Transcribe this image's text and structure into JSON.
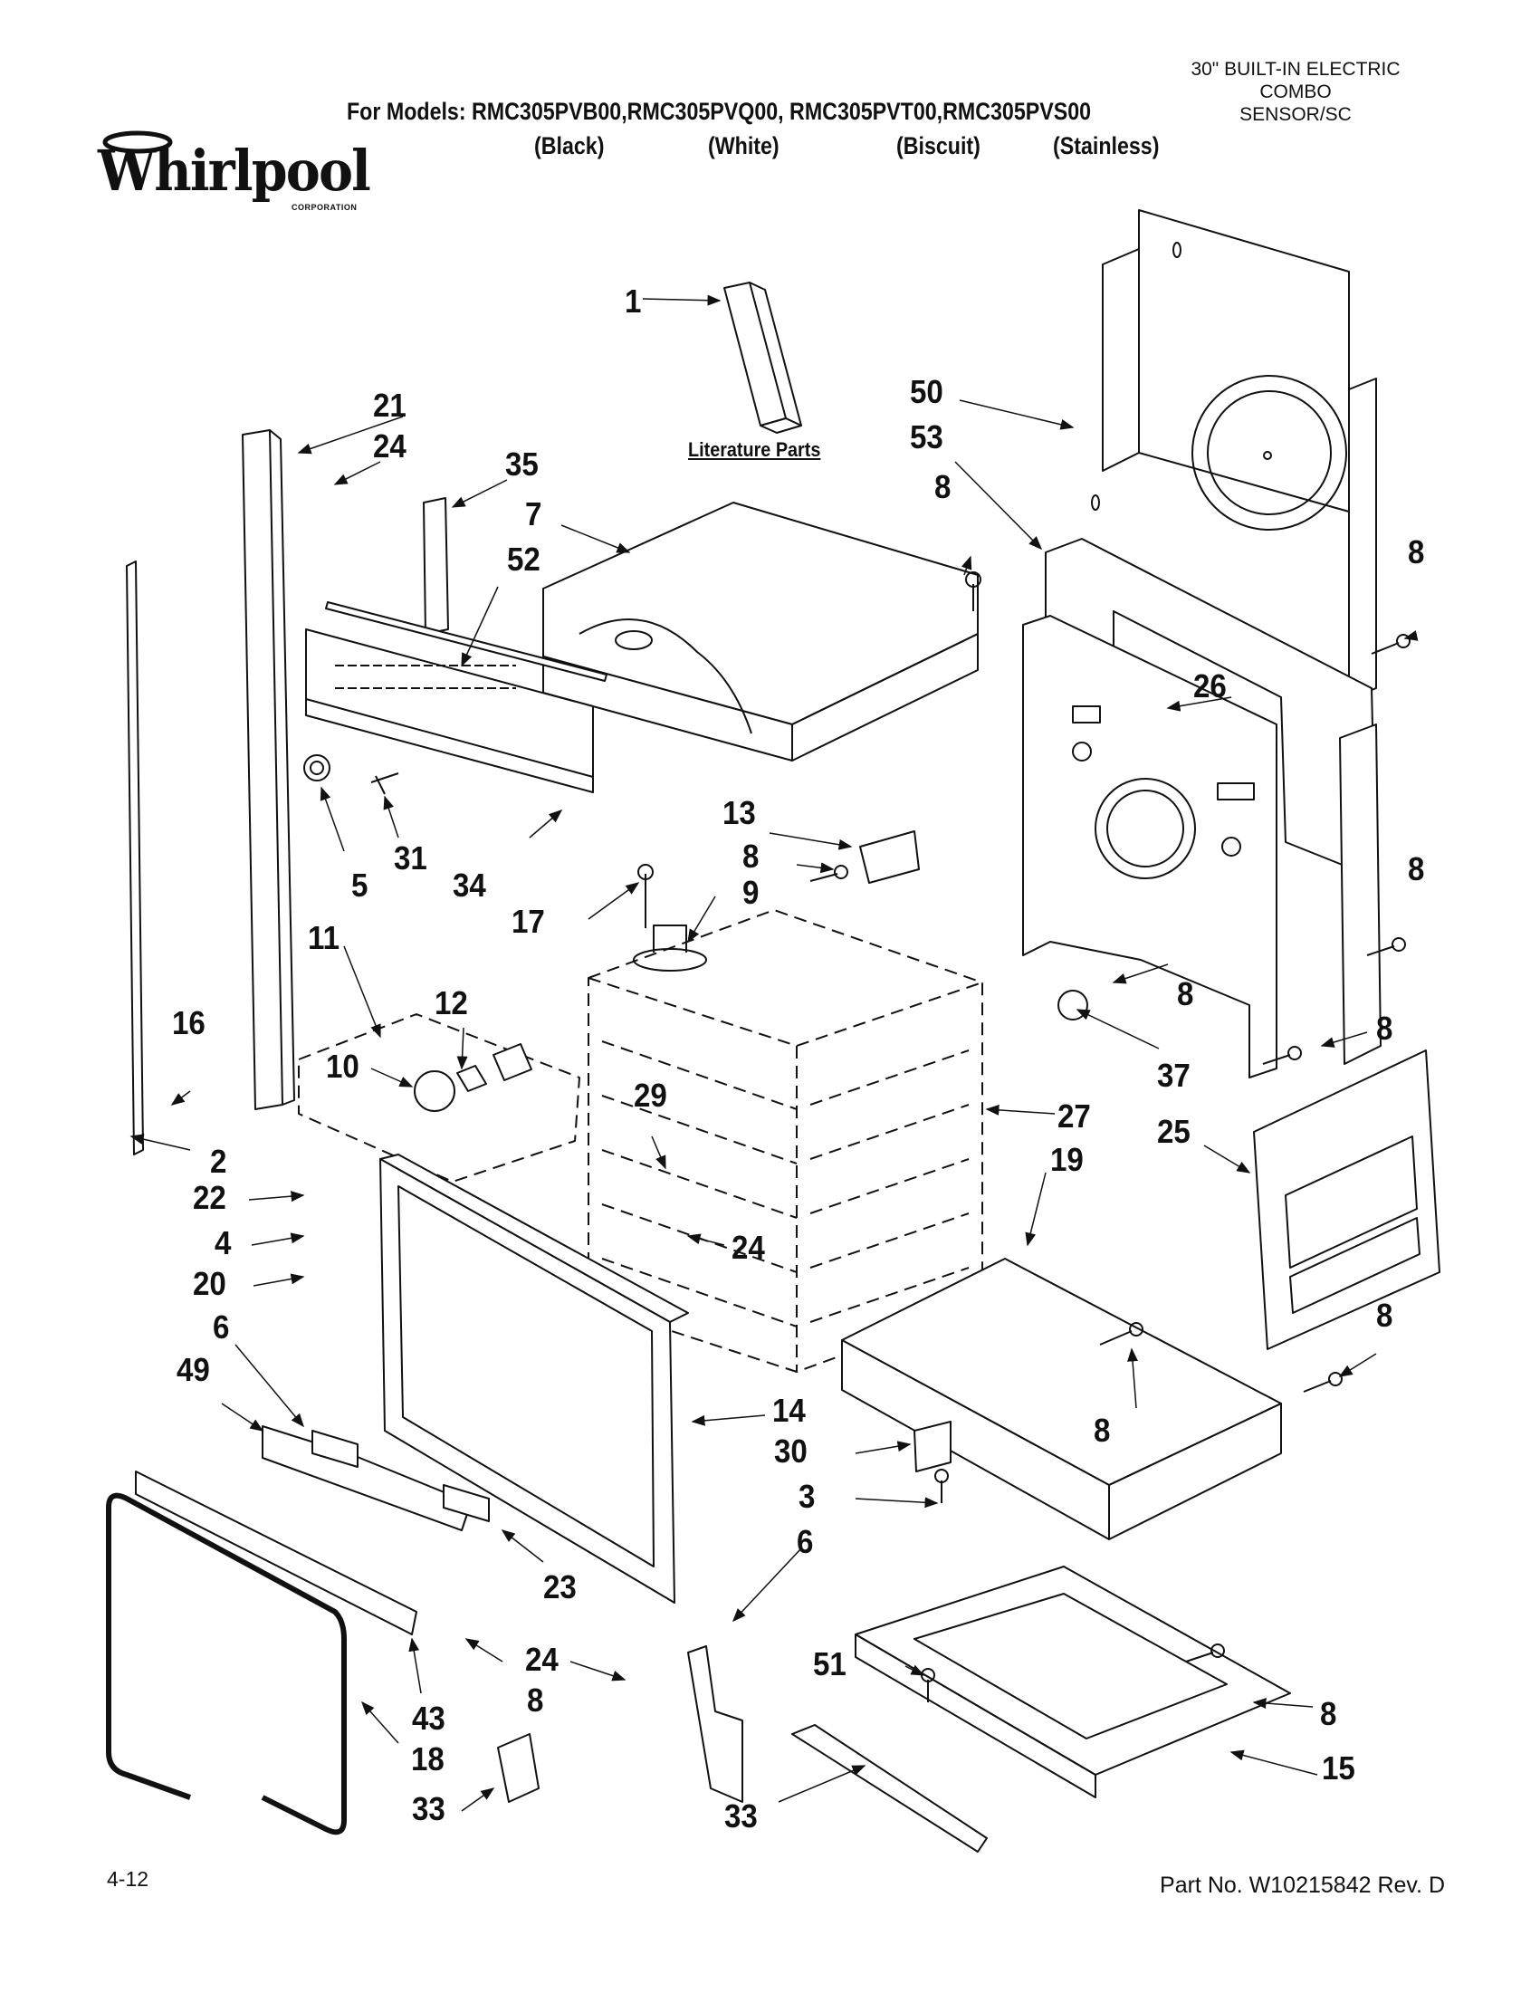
{
  "header": {
    "product_line1": "30\" BUILT-IN ELECTRIC",
    "product_line2": "COMBO",
    "product_line3": "SENSOR/SC",
    "models": "For Models: RMC305PVB00,RMC305PVQ00, RMC305PVT00,RMC305PVS00",
    "finish_black": "(Black)",
    "finish_white": "(White)",
    "finish_biscuit": "(Biscuit)",
    "finish_stainless": "(Stainless)"
  },
  "logo": {
    "brand": "Whirlpool",
    "corporation": "CORPORATION"
  },
  "literature_label": "Literature Parts",
  "callouts": [
    "1",
    "21",
    "24",
    "35",
    "7",
    "50",
    "53",
    "8",
    "8",
    "52",
    "26",
    "13",
    "8",
    "5",
    "31",
    "34",
    "17",
    "9",
    "8",
    "11",
    "12",
    "16",
    "10",
    "8",
    "8",
    "37",
    "29",
    "27",
    "2",
    "25",
    "19",
    "22",
    "24",
    "4",
    "20",
    "6",
    "8",
    "49",
    "14",
    "30",
    "8",
    "3",
    "6",
    "23",
    "24",
    "8",
    "51",
    "43",
    "8",
    "15",
    "18",
    "33"
  ],
  "footer": {
    "page": "4-12",
    "part_number": "Part No. W10215842 Rev. D"
  }
}
